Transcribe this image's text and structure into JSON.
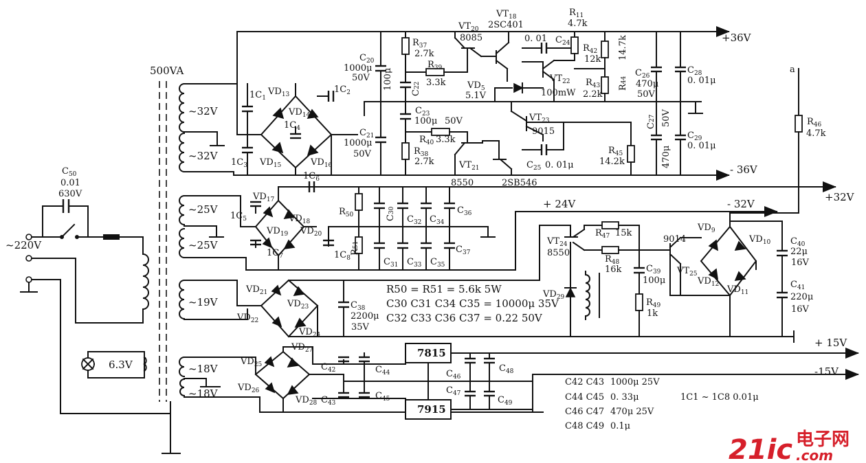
{
  "transformer": {
    "rating": "500VA",
    "pilot_lamp": "6.3V"
  },
  "mains": {
    "input": "~220V",
    "c50_name": "C",
    "c50_sub": "50",
    "c50_value": "0.01",
    "c50_voltage": "630V"
  },
  "windings": [
    "~32V",
    "~32V",
    "~25V",
    "~25V",
    "~19V",
    "~18V",
    "~18V"
  ],
  "outputs": {
    "p36": "+36V",
    "n36": "- 36V",
    "p32": "+32V",
    "n32": "- 32V",
    "p24": "+ 24V",
    "p15": "+ 15V",
    "n15": "-15V",
    "a": "a"
  },
  "regulators": {
    "u1": "7815",
    "u2": "7915"
  },
  "labels": {
    "vt18": "VT",
    "vt18s": "18",
    "vt18p": "2SC401",
    "vt20": "VT",
    "vt20s": "20",
    "vt20p": "8085",
    "vt21": "VT",
    "vt21s": "21",
    "vt21p": "8550",
    "vt22": "VT",
    "vt22s": "22",
    "vt22p": "100mW",
    "vt23": "VT",
    "vt23s": "23",
    "vt23p": "9015",
    "vt24": "VT",
    "vt24s": "24",
    "vt24p": "8550",
    "vt25": "VT",
    "vt25s": "25",
    "vt25p": "9014",
    "q2sb": "2SB546",
    "vd5": "VD",
    "vd5s": "5",
    "vd5v": "5.1V",
    "vd29": "VD",
    "vd29s": "29",
    "r11": "R",
    "r11s": "11",
    "r11v": "4.7k",
    "r37": "R",
    "r37s": "37",
    "r37v": "2.7k",
    "r38": "R",
    "r38s": "38",
    "r38v": "2.7k",
    "r39": "R",
    "r39s": "39",
    "r39v": "3.3k",
    "r40": "R",
    "r40s": "40",
    "r40v": "3.3k",
    "r42": "R",
    "r42s": "42",
    "r42v": "12k",
    "r43": "R",
    "r43s": "43",
    "r43v": "2.2k",
    "r44": "R",
    "r44s": "44",
    "r44v": "14.7k",
    "r45": "R",
    "r45s": "45",
    "r45v": "14.2k",
    "r46": "R",
    "r46s": "46",
    "r46v": "4.7k",
    "r47": "R",
    "r47s": "47",
    "r47v": "15k",
    "r48": "R",
    "r48s": "48",
    "r48v": "16k",
    "r49": "R",
    "r49s": "49",
    "r49v": "1k",
    "r50": "R",
    "r50s": "50",
    "r51": "R",
    "r51s": "51",
    "c20": "C",
    "c20s": "20",
    "c20v": "1000μ",
    "c20u": "50V",
    "c21": "C",
    "c21s": "21",
    "c21v": "1000μ",
    "c21u": "50V",
    "c22": "C",
    "c22s": "22",
    "c22v": "100μ",
    "c23": "C",
    "c23s": "23",
    "c23v": "100μ",
    "c23u": "50V",
    "c24": "C",
    "c24s": "24",
    "c24v": "0. 01",
    "c25": "C",
    "c25s": "25",
    "c25v": "0. 01μ",
    "c26": "C",
    "c26s": "26",
    "c26v": "470μ",
    "c26u": "50V",
    "c27": "C",
    "c27s": "27",
    "c27v": "470μ",
    "c27u": "50V",
    "c28": "C",
    "c28s": "28",
    "c28v": "0. 01μ",
    "c29": "C",
    "c29s": "29",
    "c29v": "0. 01μ",
    "c30": "C",
    "c30s": "30",
    "c31": "C",
    "c31s": "31",
    "c32": "C",
    "c32s": "32",
    "c33": "C",
    "c33s": "33",
    "c34": "C",
    "c34s": "34",
    "c35": "C",
    "c35s": "35",
    "c36": "C",
    "c36s": "36",
    "c37": "C",
    "c37s": "37",
    "c38": "C",
    "c38s": "38",
    "c38v": "2200μ",
    "c38u": "35V",
    "c39": "C",
    "c39s": "39",
    "c39v": "100μ",
    "c40": "C",
    "c40s": "40",
    "c40v": "22μ",
    "c40u": "16V",
    "c41": "C",
    "c41s": "41",
    "c41v": "220μ",
    "c41u": "16V",
    "c42": "C",
    "c42s": "42",
    "c43": "C",
    "c43s": "43",
    "c44": "C",
    "c44s": "44",
    "c45": "C",
    "c45s": "45",
    "c46": "C",
    "c46s": "46",
    "c47": "C",
    "c47s": "47",
    "c48": "C",
    "c48s": "48",
    "c49": "C",
    "c49s": "49",
    "c1": "1C",
    "c1s": "1",
    "c2": "1C",
    "c2s": "2",
    "c3": "1C",
    "c3s": "3",
    "c4": "1C",
    "c4s": "4",
    "c5": "1C",
    "c5s": "5",
    "c6": "1C",
    "c6s": "6",
    "c7": "1C",
    "c7s": "7",
    "c8": "1C",
    "c8s": "8",
    "vd9": "VD",
    "vd9s": "9",
    "vd10": "VD",
    "vd10s": "10",
    "vd11": "VD",
    "vd11s": "11",
    "vd12": "VD",
    "vd12s": "12",
    "vd13": "VD",
    "vd13s": "13",
    "vd14": "VD",
    "vd14s": "14",
    "vd15": "VD",
    "vd15s": "15",
    "vd16": "VD",
    "vd16s": "16",
    "vd17": "VD",
    "vd17s": "17",
    "vd18": "VD",
    "vd18s": "18",
    "vd19": "VD",
    "vd19s": "19",
    "vd20": "VD",
    "vd20s": "20",
    "vd21": "VD",
    "vd21s": "21",
    "vd22": "VD",
    "vd22s": "22",
    "vd23": "VD",
    "vd23s": "23",
    "vd24": "VD",
    "vd24s": "24",
    "vd25": "VD",
    "vd25s": "25",
    "vd26": "VD",
    "vd26s": "26",
    "vd27": "VD",
    "vd27s": "27",
    "vd28": "VD",
    "vd28s": "28"
  },
  "notes": {
    "r50r51": "R50 = R51 = 5.6k 5W",
    "c30": "C30 C31 C34 C35 = 10000μ 35V",
    "c32": "C32 C33 C36 C37 = 0.22 50V",
    "tbl": [
      {
        "k": "C42 C43",
        "v": "1000μ 25V"
      },
      {
        "k": "C44 C45",
        "v": "0. 33μ"
      },
      {
        "k": "C46 C47",
        "v": "470μ 25V"
      },
      {
        "k": "C48 C49",
        "v": "0.1μ"
      }
    ],
    "c1c8": "1C1 ~ 1C8  0.01μ"
  },
  "watermark": {
    "brand": "21ic",
    "cn": "电子网",
    "dom": ".com"
  }
}
